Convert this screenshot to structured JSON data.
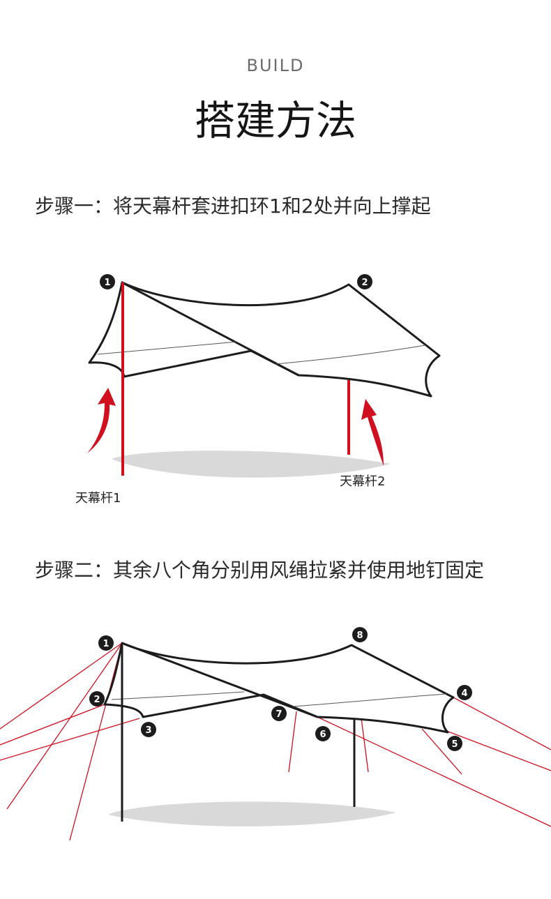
{
  "header": {
    "eyebrow": "BUILD",
    "title": "搭建方法"
  },
  "steps": [
    {
      "text": "步骤一：将天幕杆套进扣环1和2处并向上撑起"
    },
    {
      "text": "步骤二：其余八个角分别用风绳拉紧并使用地钉固定"
    }
  ],
  "diagram1": {
    "pole_labels": [
      "天幕杆1",
      "天幕杆2"
    ],
    "markers": [
      "1",
      "2"
    ],
    "pole_color": "#d0101f"
  },
  "diagram2": {
    "markers": [
      "1",
      "2",
      "3",
      "4",
      "5",
      "6",
      "7",
      "8"
    ],
    "rope_color": "#d0101f"
  }
}
